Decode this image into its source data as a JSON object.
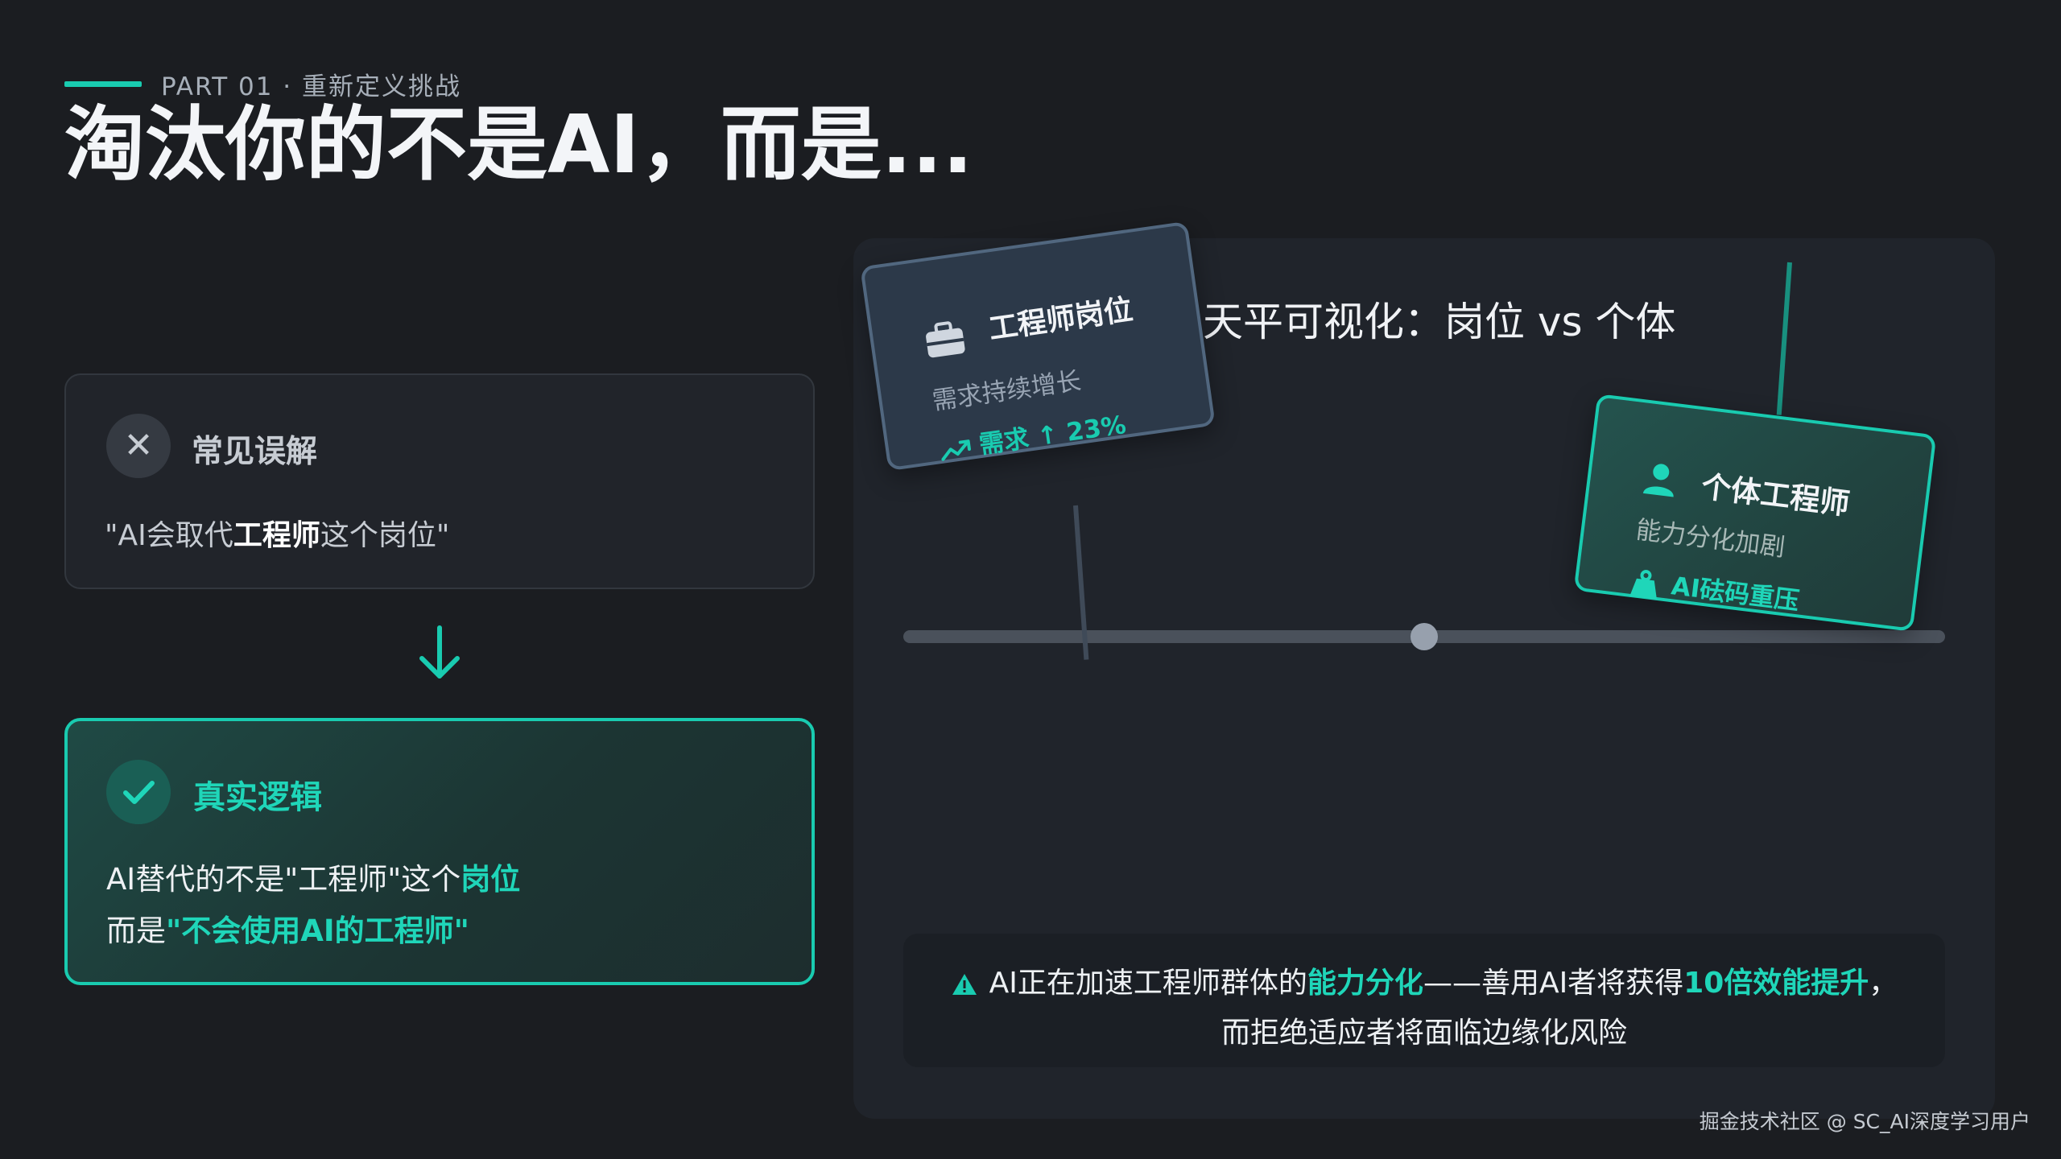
{
  "header": {
    "kicker": "PART 01 · 重新定义挑战",
    "title": "淘汰你的不是AI，而是..."
  },
  "misconception": {
    "icon": "close-icon",
    "title": "常见误解",
    "quote_prefix": "\"AI会取代",
    "quote_bold": "工程师",
    "quote_suffix": "这个岗位\""
  },
  "arrow": {
    "icon": "arrow-down-icon"
  },
  "truth": {
    "icon": "check-icon",
    "title": "真实逻辑",
    "line1_prefix": "AI替代的不是\"工程师\"这个",
    "line1_highlight": "岗位",
    "line2_prefix": "而是",
    "line2_highlight": "\"不会使用AI的工程师\""
  },
  "visualization": {
    "title": "天平可视化：岗位 vs 个体",
    "job_card": {
      "icon": "briefcase-icon",
      "title": "工程师岗位",
      "subtitle": "需求持续增长",
      "stat_icon": "trending-up-icon",
      "stat": "需求 ↑ 23%"
    },
    "individual_card": {
      "icon": "user-icon",
      "title": "个体工程师",
      "subtitle": "能力分化加剧",
      "weight_icon": "weight-icon",
      "weight_label": "AI砝码重压"
    }
  },
  "insight": {
    "icon": "warning-icon",
    "p1": "AI正在加速工程师群体的",
    "h1": "能力分化",
    "p2": "——善用AI者将获得",
    "h2": "10倍效能提升",
    "p3": "，",
    "line2": "而拒绝适应者将面临边缘化风险"
  },
  "watermark": "掘金技术社区 @ SC_AI深度学习用户",
  "colors": {
    "accent": "#19cbb0",
    "background": "#1b1d21",
    "panel": "#20242b"
  }
}
